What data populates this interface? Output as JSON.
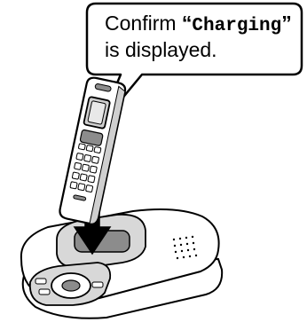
{
  "callout": {
    "prefix": "Confirm ",
    "open_quote": "“",
    "keyword": "Charging",
    "close_quote": "”",
    "line2": "is displayed."
  },
  "colors": {
    "outline": "#000000",
    "fill": "#ffffff",
    "gray": "#cfcfcf",
    "dark_gray": "#8c8c8c"
  }
}
